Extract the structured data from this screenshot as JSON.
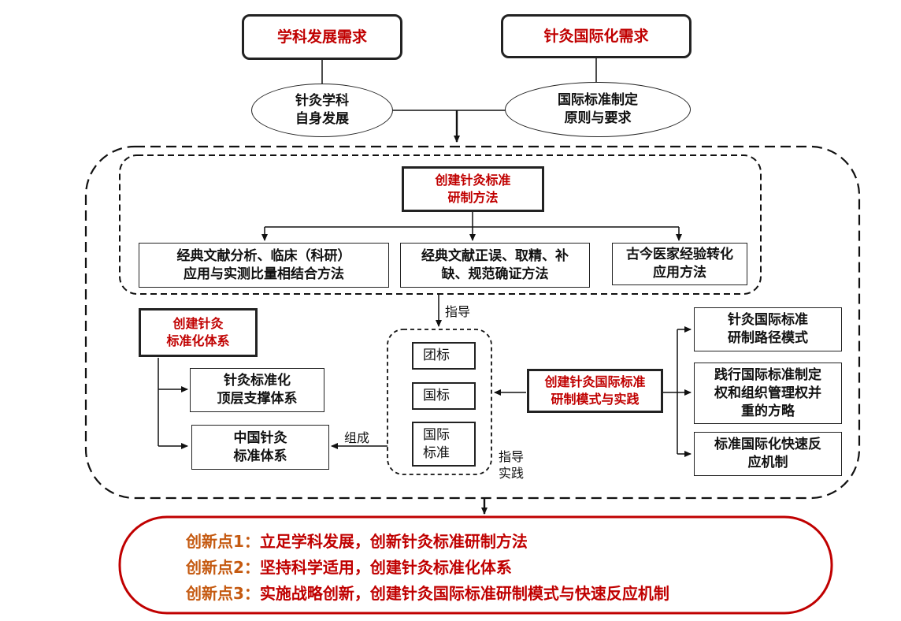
{
  "top": {
    "demand_discipline": "学科发展需求",
    "demand_international": "针灸国际化需求"
  },
  "ellipses": {
    "self_dev": [
      "针灸学科",
      "自身发展"
    ],
    "intl_principles": [
      "国际标准制定",
      "原则与要求"
    ]
  },
  "methods": {
    "title": [
      "创建针灸标准",
      "研制方法"
    ],
    "items": [
      [
        "经典文献分析、临床（科研）",
        "应用与实测比量相结合方法"
      ],
      [
        "经典文献正误、取精、补",
        "缺、规范确证方法"
      ],
      [
        "古今医家经验转化",
        "应用方法"
      ]
    ]
  },
  "system": {
    "title": [
      "创建针灸",
      "标准化体系"
    ],
    "items": [
      [
        "针灸标准化",
        "顶层支撑体系"
      ],
      [
        "中国针灸",
        "标准体系"
      ]
    ]
  },
  "standards": {
    "group": "团标",
    "national": "国标",
    "international": [
      "国际",
      "标准"
    ]
  },
  "international": {
    "title": [
      "创建针灸国际标准",
      "研制模式与实践"
    ],
    "items": [
      [
        "针灸国际标准",
        "研制路径模式"
      ],
      [
        "践行国际标准制定",
        "权和组织管理权并",
        "重的方略"
      ],
      [
        "标准国际化快速反",
        "应机制"
      ]
    ]
  },
  "labels": {
    "guide": "指导",
    "compose": "组成",
    "guide_practice": [
      "指导",
      "实践"
    ]
  },
  "innovations": [
    {
      "key": "创新点1：",
      "text": "立足学科发展，创新针灸标准研制方法"
    },
    {
      "key": "创新点2：",
      "text": "坚持科学适用，创建针灸标准化体系"
    },
    {
      "key": "创新点3：",
      "text": "实施战略创新，创建针灸国际标准研制模式与快速反应机制"
    }
  ],
  "colors": {
    "accent_red": "#c00000",
    "accent_orange": "#c55a11"
  }
}
